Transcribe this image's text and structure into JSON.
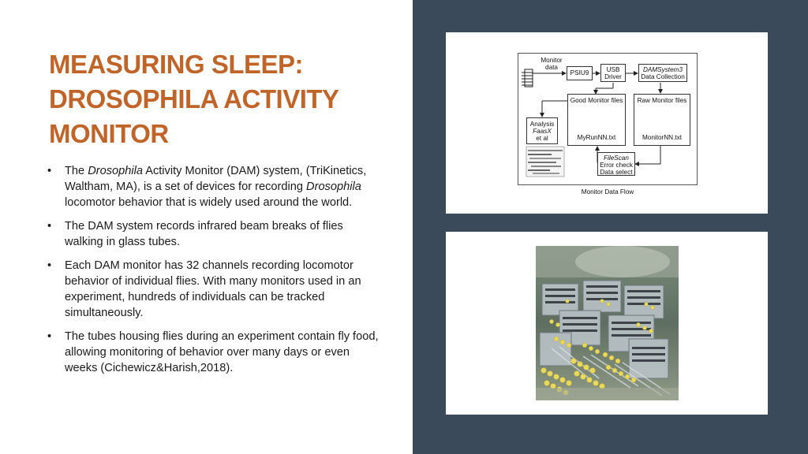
{
  "title": {
    "line1": "MEASURING SLEEP:",
    "line2": "DROSOPHILA ACTIVITY",
    "line3": "MONITOR"
  },
  "bullets": [
    {
      "seg1": "The ",
      "em1": "Drosophila",
      "seg2": " Activity Monitor (DAM) system, (TriKinetics, Waltham, MA), is a set of devices for recording ",
      "em2": "Drosophila",
      "seg3": " locomotor behavior that is widely used around the world."
    },
    {
      "text": "The DAM system records infrared beam breaks of flies walking in glass tubes."
    },
    {
      "text": "Each DAM monitor has 32 channels recording locomotor behavior of individual flies. With many monitors used in an experiment, hundreds of individuals can be tracked simultaneously."
    },
    {
      "text": "The tubes housing flies during an experiment contain fly food, allowing monitoring of behavior over many days or even weeks (Cichewicz&Harish,2018)."
    }
  ],
  "bullet_glyph": "•",
  "diagram": {
    "monitor_data": [
      "Monitor",
      "data"
    ],
    "psiu9": "PSIU9",
    "usb_driver": [
      "USB",
      "Driver"
    ],
    "damsystem": [
      "DAMSystem3",
      "Data Collection"
    ],
    "good_files": "Good Monitor files",
    "raw_files": "Raw Monitor files",
    "myrun": "MyRunNN.txt",
    "monitor_nn": "MonitorNN.txt",
    "analysis": [
      "Analysis",
      "FaasX",
      "et al"
    ],
    "filescan": [
      "FileScan",
      "Error check",
      "Data select"
    ],
    "caption": "Monitor Data Flow"
  },
  "colors": {
    "title": "#c0652a",
    "panel": "#3a4a5a",
    "text": "#1a1a1a"
  }
}
